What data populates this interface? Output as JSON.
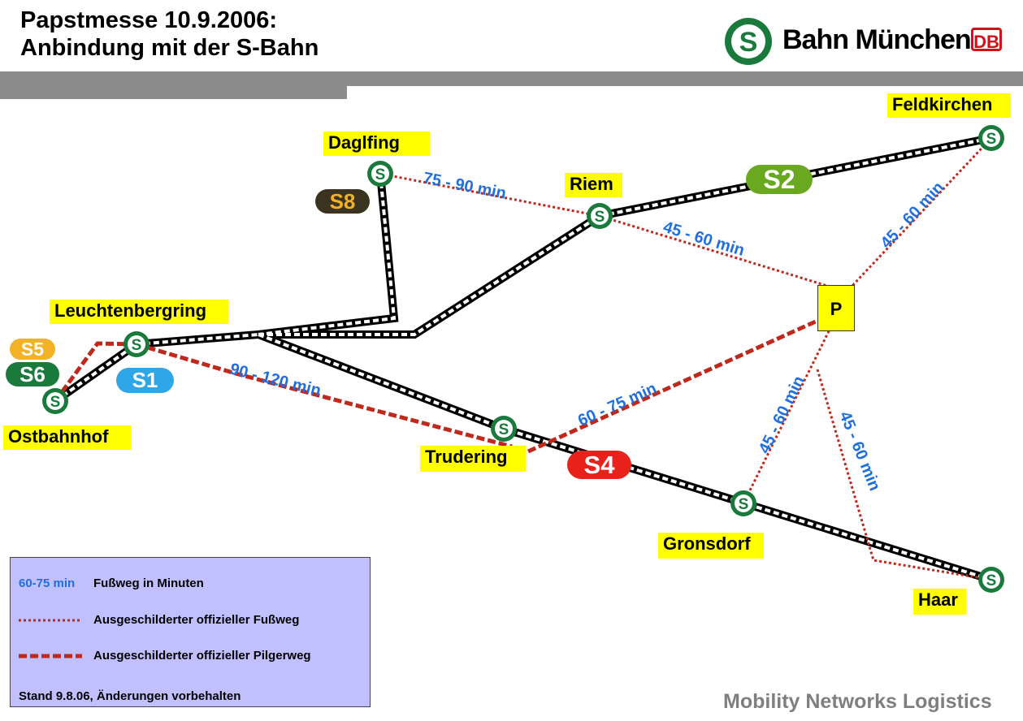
{
  "header": {
    "title_line1": "Papstmesse 10.9.2006:",
    "title_line2": "Anbindung mit der S-Bahn"
  },
  "logo": {
    "s_mark": "S",
    "text": "Bahn München",
    "db": "DB"
  },
  "stations": {
    "daglfing": "Daglfing",
    "riem": "Riem",
    "feldkirchen": "Feldkirchen",
    "leuchtenbergring": "Leuchtenbergring",
    "ostbahnhof": "Ostbahnhof",
    "trudering": "Trudering",
    "gronsdorf": "Gronsdorf",
    "haar": "Haar"
  },
  "lines": {
    "s8": "S8",
    "s2": "S2",
    "s5": "S5",
    "s6": "S6",
    "s1": "S1",
    "s4": "S4"
  },
  "walk_times": {
    "daglfing_riem": "75 - 90 min",
    "riem_p": "45 - 60 min",
    "feldkirchen_p": "45 - 60 min",
    "leuchtenbergring_trudering": "90 - 120 min",
    "trudering_p": "60 - 75 min",
    "gronsdorf_p": "45 - 60 min",
    "haar_p": "45 - 60 min"
  },
  "parking": "P",
  "legend": {
    "time_sample": "60-75 min",
    "time_desc": "Fußweg in Minuten",
    "dotted_desc": "Ausgeschilderter offizieller Fußweg",
    "dashed_desc": "Ausgeschilderter offizieller Pilgerweg",
    "note": "Stand 9.8.06, Änderungen vorbehalten"
  },
  "footer": "Mobility Networks Logistics",
  "colors": {
    "station_green": "#1a7a3c",
    "label_yellow": "#ffff00",
    "walk_red": "#c0281c",
    "time_blue": "#1f6fe0",
    "s8": "#3a3320",
    "s2": "#6aa820",
    "s5": "#f3b225",
    "s6": "#1a7a3c",
    "s1": "#2fa6e8",
    "s4": "#e8221b",
    "legend_bg": "#c0c0ff"
  }
}
